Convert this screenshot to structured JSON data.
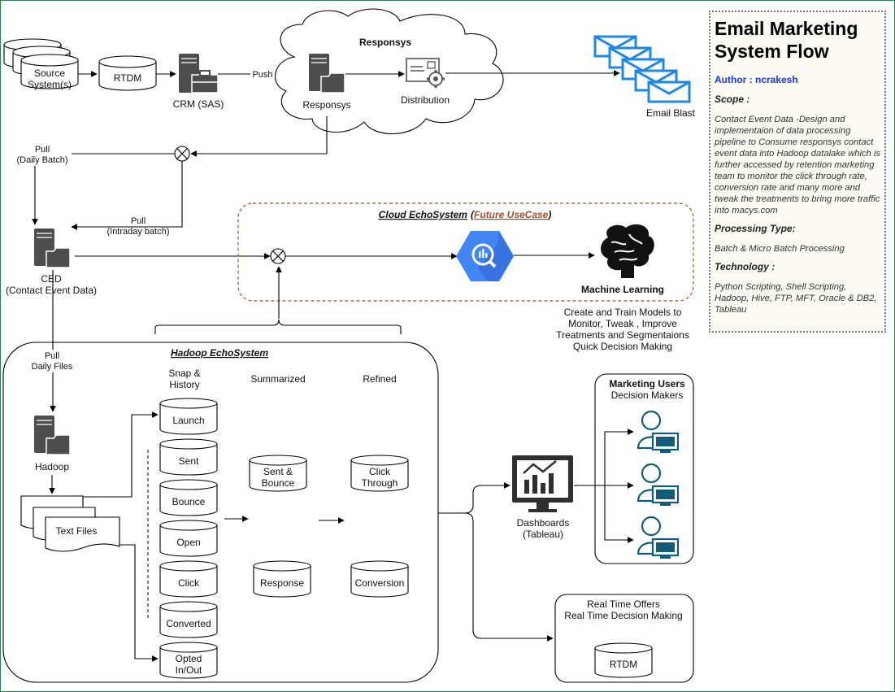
{
  "panel": {
    "title_line1": "Email Marketing",
    "title_line2": "System Flow",
    "author": "Author : ncrakesh",
    "scope_heading": "Scope :",
    "scope_text": "Contact Event Data -Design and implementaion of data processing pipeline to Consume responsys contact event data into Hadoop datalake which is further accessed by retention marketing team to monitor the click through rate, conversion rate and many more and tweak the treatments to bring more traffic into macys.com",
    "processing_heading": "Processing Type:",
    "processing_text": "Batch & Micro Batch Processing",
    "technology_heading": "Technology :",
    "technology_text": "Python Scripting, Shell Scripting, Hadoop, Hive, FTP, MFT, Oracle & DB2, Tableau"
  },
  "top": {
    "source_line1": "Source",
    "source_line2": "System(s)",
    "rtdm": "RTDM",
    "crm": "CRM (SAS)",
    "push": "Push",
    "cloud_title": "Responsys",
    "responsys": "Responsys",
    "distribution": "Distribution",
    "email_blast": "Email Blast"
  },
  "pull": {
    "daily_l1": "Pull",
    "daily_l2": "(Daily Batch)",
    "intraday_l1": "Pull",
    "intraday_l2": "(Intraday batch)",
    "files_l1": "Pull",
    "files_l2": "Daily Files"
  },
  "ced": {
    "l1": "CED",
    "l2": "(Contact Event Data)"
  },
  "cloud_eco": {
    "title": "Cloud EchoSystem",
    "paren_open": "(",
    "future": "Future UseCase",
    "paren_close": ")",
    "ml": "Machine Learning",
    "desc_l1": "Create and Train Models to",
    "desc_l2": "Monitor, Tweak , Improve",
    "desc_l3": "Treatments and Segmentaions",
    "desc_l4": "Quick Decision Making"
  },
  "hadoop": {
    "title": "Hadoop EchoSystem",
    "hadoop": "Hadoop",
    "text_files": "Text Files",
    "col_snap_l1": "Snap &",
    "col_snap_l2": "History",
    "col_summarized": "Summarized",
    "col_refined": "Refined",
    "snap": {
      "launch": "Launch",
      "sent": "Sent",
      "bounce": "Bounce",
      "open": "Open",
      "click": "Click",
      "converted": "Converted",
      "opted_l1": "Opted",
      "opted_l2": "In/Out"
    },
    "summ": {
      "sent_bounce_l1": "Sent &",
      "sent_bounce_l2": "Bounce",
      "response": "Response"
    },
    "refined": {
      "click_l1": "Click",
      "click_l2": "Through",
      "conversion": "Conversion"
    }
  },
  "right": {
    "dash_l1": "Dashboards",
    "dash_l2": "(Tableau)",
    "mkt_title": "Marketing Users",
    "mkt_sub": "Decision Makers",
    "rto_l1": "Real Time Offers",
    "rto_l2": "Real Time Decision Making",
    "rtdm": "RTDM"
  },
  "colors": {
    "email_blue": "#1e88e5",
    "user_teal": "#135c78",
    "bigquery_blue": "#4285f4",
    "future_brown": "#a0522d",
    "author_blue": "#1a35e8",
    "frame_green": "#2e7d57"
  }
}
